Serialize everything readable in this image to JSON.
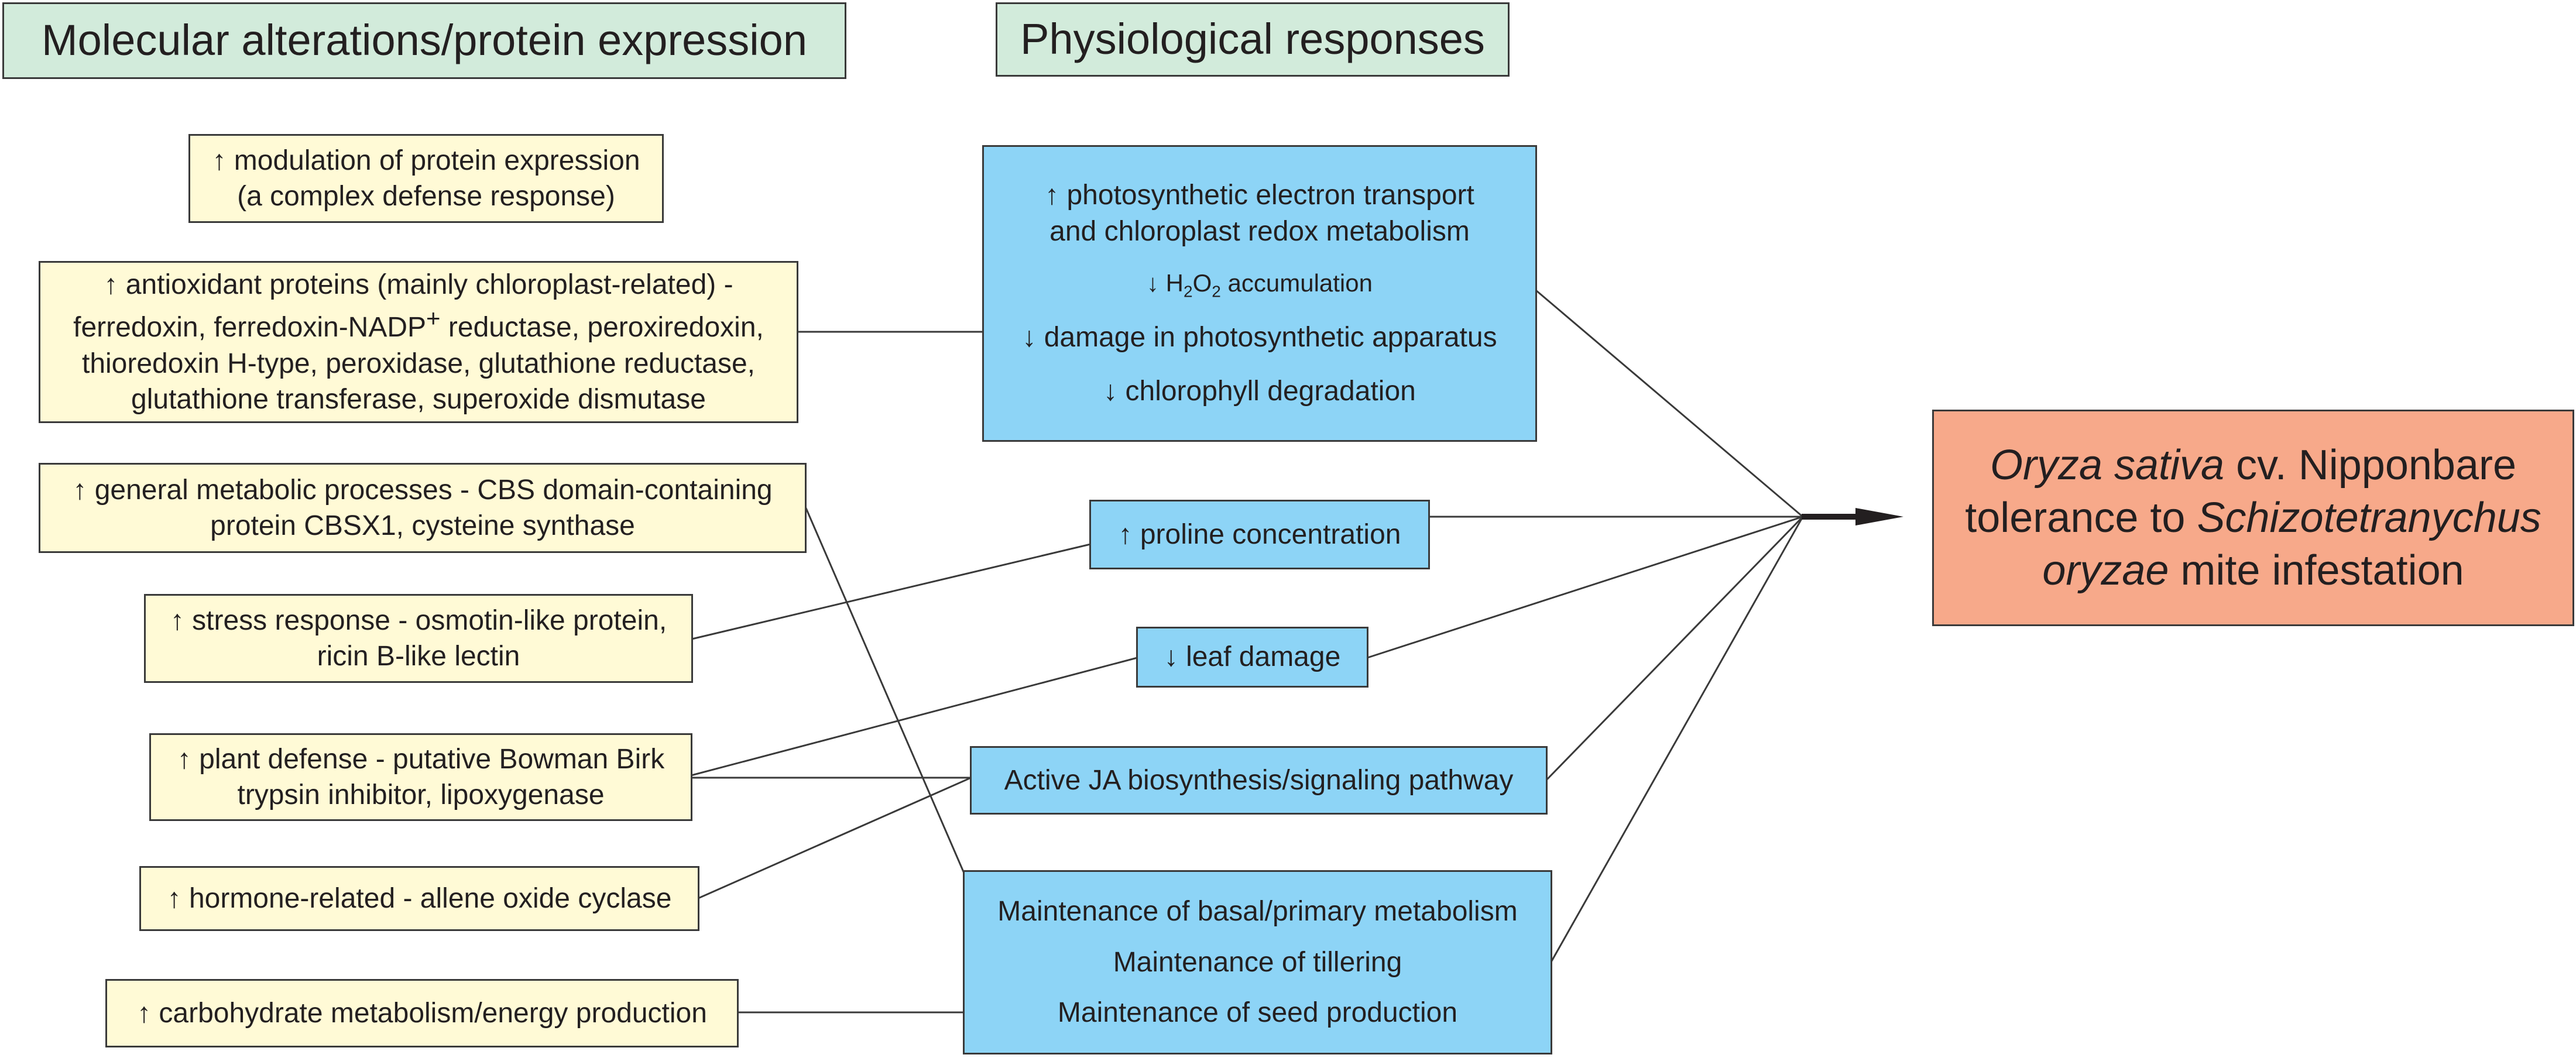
{
  "headers": {
    "molecular": "Molecular alterations/protein expression",
    "physiological": "Physiological responses"
  },
  "molecular": {
    "modulation": {
      "line1": "↑ modulation of protein expression",
      "line2": "(a complex defense response)"
    },
    "antioxidant": {
      "line1": "↑  antioxidant proteins (mainly chloroplast-related) -",
      "line2_a": "ferredoxin, ferredoxin-NADP",
      "line2_sup": "+",
      "line2_b": " reductase, peroxiredoxin,",
      "line3": "thioredoxin H-type, peroxidase, glutathione reductase,",
      "line4": "glutathione transferase, superoxide dismutase"
    },
    "general": {
      "line1": "↑  general metabolic processes - CBS domain-containing",
      "line2": "protein CBSX1, cysteine synthase"
    },
    "stress": {
      "line1": "↑  stress response - osmotin-like protein,",
      "line2": "ricin B-like lectin"
    },
    "defense": {
      "line1": "↑  plant defense - putative Bowman Birk",
      "line2": "trypsin inhibitor, lipoxygenase"
    },
    "hormone": {
      "line1": "↑  hormone-related - allene oxide cyclase"
    },
    "carbohydrate": {
      "line1": "↑  carbohydrate metabolism/energy production"
    }
  },
  "physiological": {
    "photosynthesis": {
      "line1": "↑  photosynthetic electron transport",
      "line2": "and chloroplast redox metabolism",
      "h2o2_arrow": "↓  H",
      "h2o2_sub1": "2",
      "h2o2_mid": "O",
      "h2o2_sub2": "2",
      "h2o2_rest": " accumulation",
      "damage": "↓  damage in photosynthetic apparatus",
      "chlorophyll": "↓  chlorophyll degradation"
    },
    "proline": "↑  proline concentration",
    "leaf_damage": "↓  leaf damage",
    "ja": "Active JA biosynthesis/signaling pathway",
    "maintenance": {
      "basal": "Maintenance of basal/primary metabolism",
      "tillering": "Maintenance of tillering",
      "seed": "Maintenance of seed production"
    }
  },
  "result": {
    "species": "Oryza sativa",
    "cultivar": " cv. Nipponbare",
    "tolerance": "tolerance to ",
    "mite_genus": "Schizotetranychus",
    "mite_species": "oryzae",
    "infestation": " mite infestation"
  },
  "colors": {
    "header_fill": "#d2ebdb",
    "molecular_fill": "#fffad6",
    "physiological_fill": "#8dd4f6",
    "result_fill": "#f7a98a",
    "line": "#3a3a3a"
  }
}
